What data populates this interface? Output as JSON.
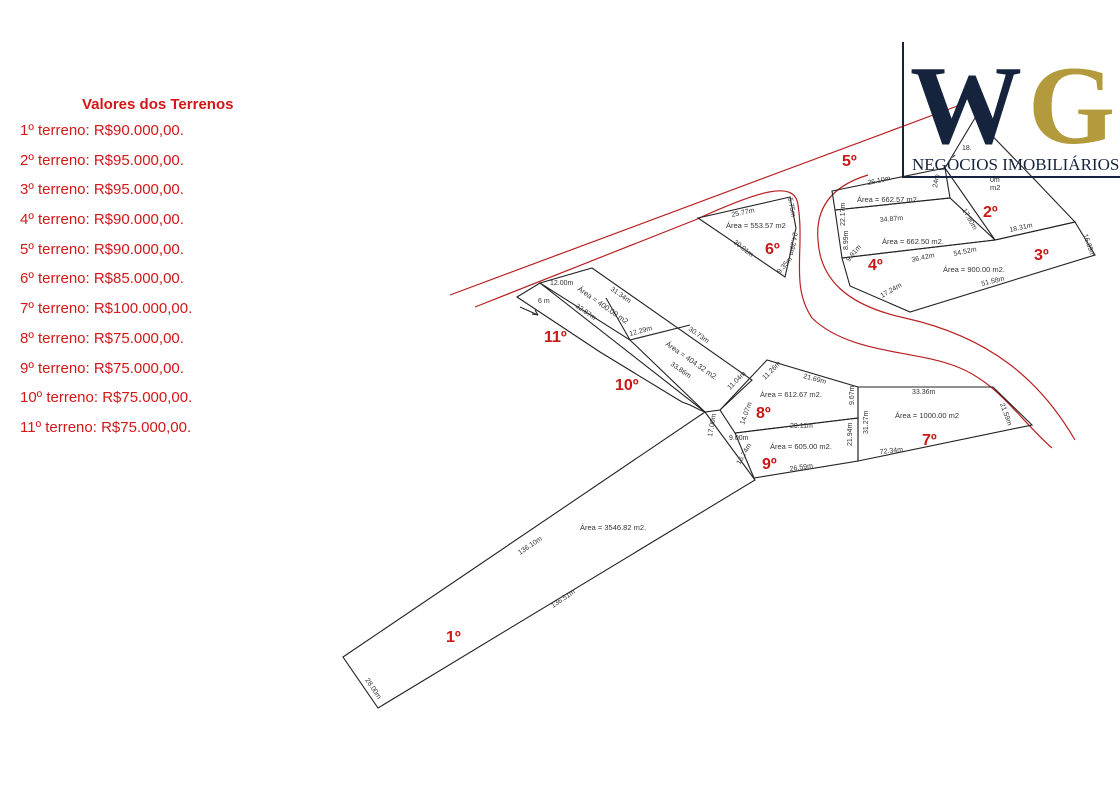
{
  "prices": {
    "title": "Valores dos Terrenos",
    "items": [
      "1º terreno: R$90.000,00.",
      "2º terreno: R$95.000,00.",
      "3º terreno: R$95.000,00.",
      "4º terreno: R$90.000,00.",
      "5º terreno: R$90.000,00.",
      "6º terreno: R$85.000,00.",
      "7º terreno: R$100.000,00.",
      "8º terreno: R$75.000,00.",
      "9º terreno: R$75.000,00.",
      "10º terreno: R$75.000,00.",
      "11º terreno: R$75.000,00."
    ]
  },
  "logo": {
    "letters": "WG",
    "tagline": "NEGÓCIOS IMOBILIÁRIOS",
    "colors": {
      "navy": "#16233d",
      "gold": "#b39a3c"
    }
  },
  "colors": {
    "price_text": "#d01818",
    "lot_number": "#c81818",
    "road": "#b82020",
    "outline": "#222222"
  },
  "lots": {
    "n1": "1º",
    "n2": "2º",
    "n3": "3º",
    "n4": "4º",
    "n5": "5º",
    "n6": "6º",
    "n7": "7º",
    "n8": "8º",
    "n9": "9º",
    "n10": "10º",
    "n11": "11º"
  },
  "areas": {
    "a1": "Área = 3546.82  m2.",
    "a3": "Área = 900.00  m2.",
    "a4": "Área = 662.50  m2.",
    "a5": "Área = 662.57  m2.",
    "a6": "Área = 553.57  m2",
    "a7": "Área = 1000.00  m2",
    "a8": "Área = 612.67  m2.",
    "a9": "Área = 605.00  m2.",
    "a10": "Área = 404.32  m2.",
    "a11": "Área = 400.00  m2",
    "a2": "m2"
  },
  "dims": {
    "d_136_10": "136.10m",
    "d_136_51": "136.51m",
    "d_28_00": "28.00m",
    "d_17_00": "17.00m",
    "d_12_00": "12.00m",
    "d_31_34": "31.34m",
    "d_32_87": "32.87m",
    "d_12_29": "12.29m",
    "d_6m": "6 m",
    "d_30_73": "30.73m",
    "d_33_86": "33.86m",
    "d_11_04": "11.04m",
    "d_11_26": "11.26m",
    "d_21_69": "21.69m",
    "d_9_67": "9.67m",
    "d_14_07": "14.07m",
    "d_29_11": "29.11m",
    "d_9_00": "9.00m",
    "d_16_74": "16.74m",
    "d_26_59": "26.59m",
    "d_21_94": "21.94m",
    "d_33_36": "33.36m",
    "d_31_27": "31.27m",
    "d_72_34": "72.34m",
    "d_21_59": "21.59m",
    "d_25_77": "25.77m",
    "d_5_75": "5.75m",
    "d_24_28": "24.28m",
    "d_30_01": "30.01m",
    "d_9_35": "9.35m",
    "d_26_10": "26.10m",
    "d_18_x": "18.",
    "d_22_17": "22.17m",
    "d_34_87": "34.87m",
    "d_17_80": "17.80m",
    "d_18_31": "18.31m",
    "d_8_99": "8.99m",
    "d_9_91": "9.91m",
    "d_36_42": "36.42m",
    "d_54_52": "54.52m",
    "d_16_89": "16.89m",
    "d_17_24": "17.24m",
    "d_51_58": "51.58m",
    "d_24m": "24m",
    "d_0m": "0m"
  }
}
